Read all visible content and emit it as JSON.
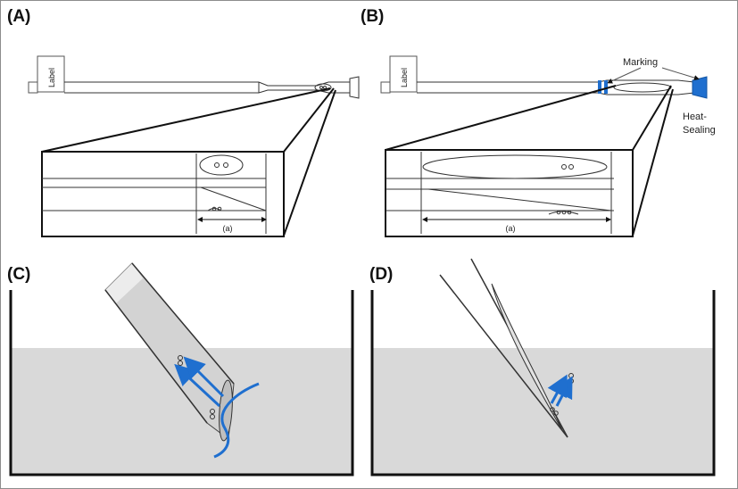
{
  "panels": {
    "a": {
      "letter": "(A)",
      "label_text": "Label",
      "dimension": "(a)"
    },
    "b": {
      "letter": "(B)",
      "label_text": "Label",
      "dimension": "(a)",
      "marking": "Marking",
      "heat_sealing_line1": "Heat-",
      "heat_sealing_line2": "Sealing"
    },
    "c": {
      "letter": "(C)"
    },
    "d": {
      "letter": "(D)"
    }
  },
  "colors": {
    "blue": "#1f6fcf",
    "fluid": "#d9d9d9",
    "straw": "#d3d3d3",
    "line": "#333333"
  },
  "icons": [
    "embryo-pair-icon",
    "flow-arrow-icon"
  ]
}
